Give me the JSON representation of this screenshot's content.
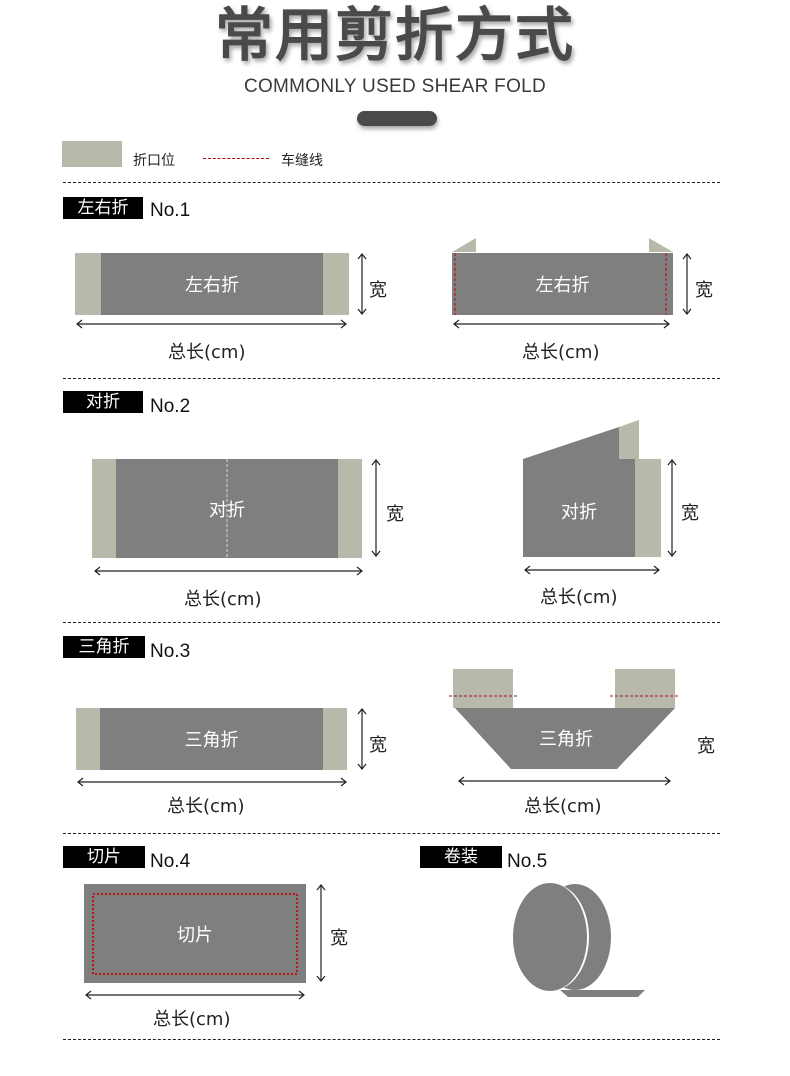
{
  "header": {
    "title": "常用剪折方式",
    "subtitle": "COMMONLY USED SHEAR FOLD"
  },
  "legend": {
    "fold_label": "折口位",
    "stitch_label": "车缝线",
    "fold_color": "#b9b9ab",
    "stitch_color": "#a01010"
  },
  "colors": {
    "body": "#7f7f7f",
    "fold": "#b9b9ab",
    "stitch": "#a01010",
    "tag_bg": "#000000"
  },
  "sections": [
    {
      "tag": "左右折",
      "number": "No.1",
      "diagram_label": "左右折",
      "width_label": "宽",
      "length_label": "总长(cm)"
    },
    {
      "tag": "对折",
      "number": "No.2",
      "diagram_label": "对折",
      "width_label": "宽",
      "length_label": "总长(cm)"
    },
    {
      "tag": "三角折",
      "number": "No.3",
      "diagram_label": "三角折",
      "width_label": "宽",
      "length_label": "总长(cm)"
    },
    {
      "tag": "切片",
      "number": "No.4",
      "diagram_label": "切片",
      "width_label": "宽",
      "length_label": "总长(cm)"
    },
    {
      "tag": "卷装",
      "number": "No.5"
    }
  ]
}
